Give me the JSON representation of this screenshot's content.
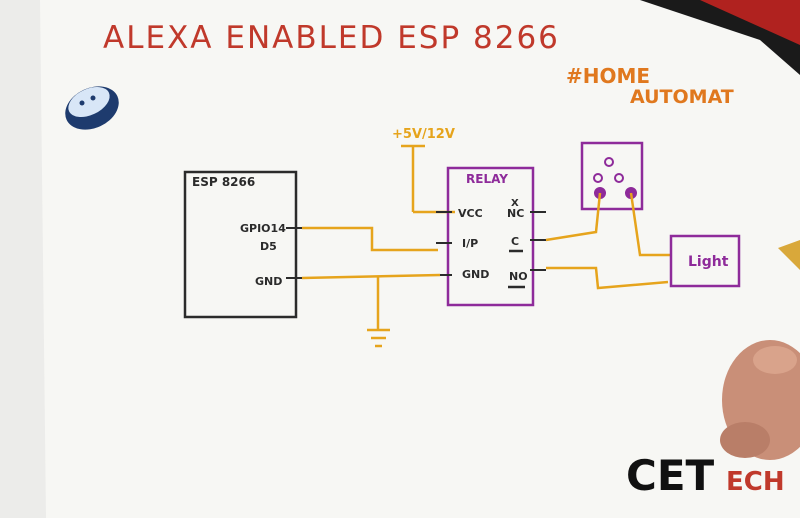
{
  "title": "ALEXA ENABLED ESP 8266",
  "hashtag": {
    "line1": "#HOME",
    "line2": "AUTOMAT"
  },
  "power_label": "+5V/12V",
  "esp": {
    "label": "ESP 8266",
    "gpio_label": "GPIO14",
    "d5_label": "D5",
    "gnd_label": "GND"
  },
  "relay": {
    "label": "RELAY",
    "vcc": "VCC",
    "ip": "I/P",
    "gnd": "GND",
    "nc": "NC",
    "nc_mark": "X",
    "c": "C",
    "no": "NO"
  },
  "light_label": "Light",
  "brand": {
    "part1": "CET",
    "part2": "ECH"
  },
  "colors": {
    "paper": "#fbfbf9",
    "title_red": "#c0392b",
    "wire_orange": "#e6a41c",
    "relay_purple": "#8e2b9a",
    "esp_black": "#2b2b2b",
    "hashtag_orange": "#e0781e"
  }
}
